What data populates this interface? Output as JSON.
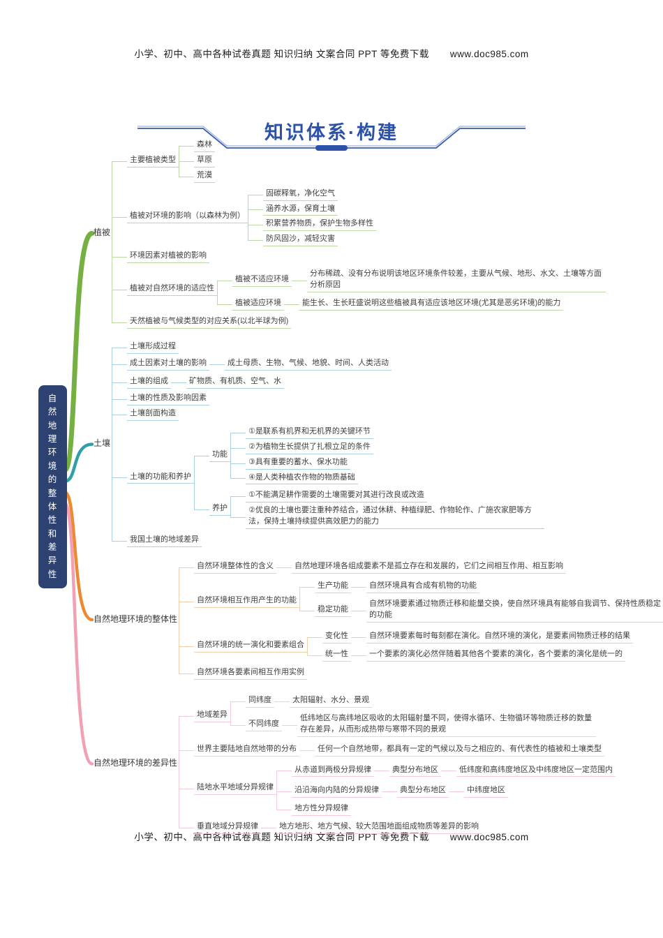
{
  "header": {
    "text": "小学、初中、高中各种试卷真题 知识归纳 文案合同 PPT 等免费下载",
    "url": "www.doc985.com"
  },
  "footer": {
    "text": "小学、初中、高中各种试卷真题 知识归纳 文案合同 PPT 等免费下载",
    "url": "www.doc985.com"
  },
  "title": {
    "text": "知识体系·构建"
  },
  "colors": {
    "title_blue": "#2b52a8",
    "root_bg": "#2e4272"
  },
  "mindmap": {
    "root": {
      "label": "自然地理环境的整体性和差异性"
    },
    "branches": [
      {
        "label": "植被",
        "color": "#76b043",
        "light": "#bcd8a5",
        "children": [
          {
            "label": "主要植被类型",
            "children": [
              "森林",
              "草原",
              "荒漠"
            ]
          },
          {
            "label": "植被对环境的影响（以森林为例）",
            "children": [
              "固碳释氧，净化空气",
              "涵养水源，保育土壤",
              "积累营养物质，保护生物多样性",
              "防风固沙，减轻灾害"
            ]
          },
          {
            "label": "环境因素对植被的影响"
          },
          {
            "label": "植被对自然环境的适应性",
            "children": [
              {
                "label": "植被不适应环境",
                "children": [
                  "分布稀疏、没有分布说明该地区环境条件较差，主要从气候、地形、水文、土壤等方面分析原因"
                ]
              },
              {
                "label": "植被适应环境",
                "children": [
                  "能生长、生长旺盛说明这些植被具有适应该地区环境(尤其是恶劣环境)的能力"
                ]
              }
            ]
          },
          {
            "label": "天然植被与气候类型的对应关系(以北半球为例)"
          }
        ]
      },
      {
        "label": "土壤",
        "color": "#2f9fa8",
        "light": "#a9cfe0",
        "children": [
          {
            "label": "土壤形成过程"
          },
          {
            "label": "成土因素对土壤的影响",
            "children": [
              "成土母质、生物、气候、地貌、时间、人类活动"
            ]
          },
          {
            "label": "土壤的组成",
            "children": [
              "矿物质、有机质、空气、水"
            ]
          },
          {
            "label": "土壤的性质及影响因素"
          },
          {
            "label": "土壤剖面构造"
          },
          {
            "label": "土壤的功能和养护",
            "children": [
              {
                "label": "功能",
                "children": [
                  "①是联系有机界和无机界的关键环节",
                  "②为植物生长提供了扎根立足的条件",
                  "③具有重要的蓄水、保水功能",
                  "④是人类种植农作物的物质基础"
                ]
              },
              {
                "label": "养护",
                "children": [
                  "①不能满足耕作需要的土壤需要对其进行改良或改造",
                  "②优良的土壤也要注重种养结合，通过休耕、种植绿肥、作物轮作、广施农家肥等方法，保持土壤持续提供高效肥力的能力"
                ]
              }
            ]
          },
          {
            "label": "我国土壤的地域差异"
          }
        ]
      },
      {
        "label": "自然地理环境的整体性",
        "color": "#ec8a33",
        "light": "#f2cfa6",
        "children": [
          {
            "label": "自然环境整体性的含义",
            "children": [
              "自然地理环境各组成要素不是孤立存在和发展的，它们之间相互作用、相互影响"
            ]
          },
          {
            "label": "自然环境相互作用产生的功能",
            "children": [
              {
                "label": "生产功能",
                "children": [
                  "自然环境具有合成有机物的功能"
                ]
              },
              {
                "label": "稳定功能",
                "children": [
                  "自然环境要素通过物质迁移和能量交换，使自然环境具有能够自我调节、保持性质稳定的功能"
                ]
              }
            ]
          },
          {
            "label": "自然环境的统一演化和要素组合",
            "children": [
              {
                "label": "变化性",
                "children": [
                  "自然环境要素每时每刻都在演化。自然环境的演化，是要素间物质迁移的结果"
                ]
              },
              {
                "label": "统一性",
                "children": [
                  "一个要素的演化必然伴随着其他各个要素的演化，各个要素的演化是统一的"
                ]
              }
            ]
          },
          {
            "label": "自然环境各要素间相互作用实例"
          }
        ]
      },
      {
        "label": "自然地理环境的差异性",
        "color": "#f2a0b4",
        "light": "#f6ccd4",
        "children": [
          {
            "label": "地域差异",
            "children": [
              {
                "label": "同纬度",
                "children": [
                  "太阳辐射、水分、景观"
                ]
              },
              {
                "label": "不同纬度",
                "children": [
                  "低纬地区与高纬地区吸收的太阳辐射量不同，使得水循环、生物循环等物质迁移的数量存在差异，从而形成热带与寒带不同的景观"
                ]
              }
            ]
          },
          {
            "label": "世界主要陆地自然地带的分布",
            "children": [
              "任何一个自然地带，都具有一定的气候以及与之相应的、有代表性的植被和土壤类型"
            ]
          },
          {
            "label": "陆地水平地域分异规律",
            "children": [
              {
                "label": "从赤道到两极分异规律",
                "children": [
                  {
                    "label": "典型分布地区",
                    "children": [
                      "低纬度和高纬度地区及中纬度地区一定范围内"
                    ]
                  }
                ]
              },
              {
                "label": "沿沿海向内陆的分异规律",
                "children": [
                  {
                    "label": "典型分布地区",
                    "children": [
                      "中纬度地区"
                    ]
                  }
                ]
              },
              {
                "label": "地方性分异规律"
              }
            ]
          },
          {
            "label": "垂直地域分异规律",
            "children": [
              "地方地形、地方气候、较大范围地面组成物质等差异的影响"
            ]
          }
        ]
      }
    ]
  }
}
